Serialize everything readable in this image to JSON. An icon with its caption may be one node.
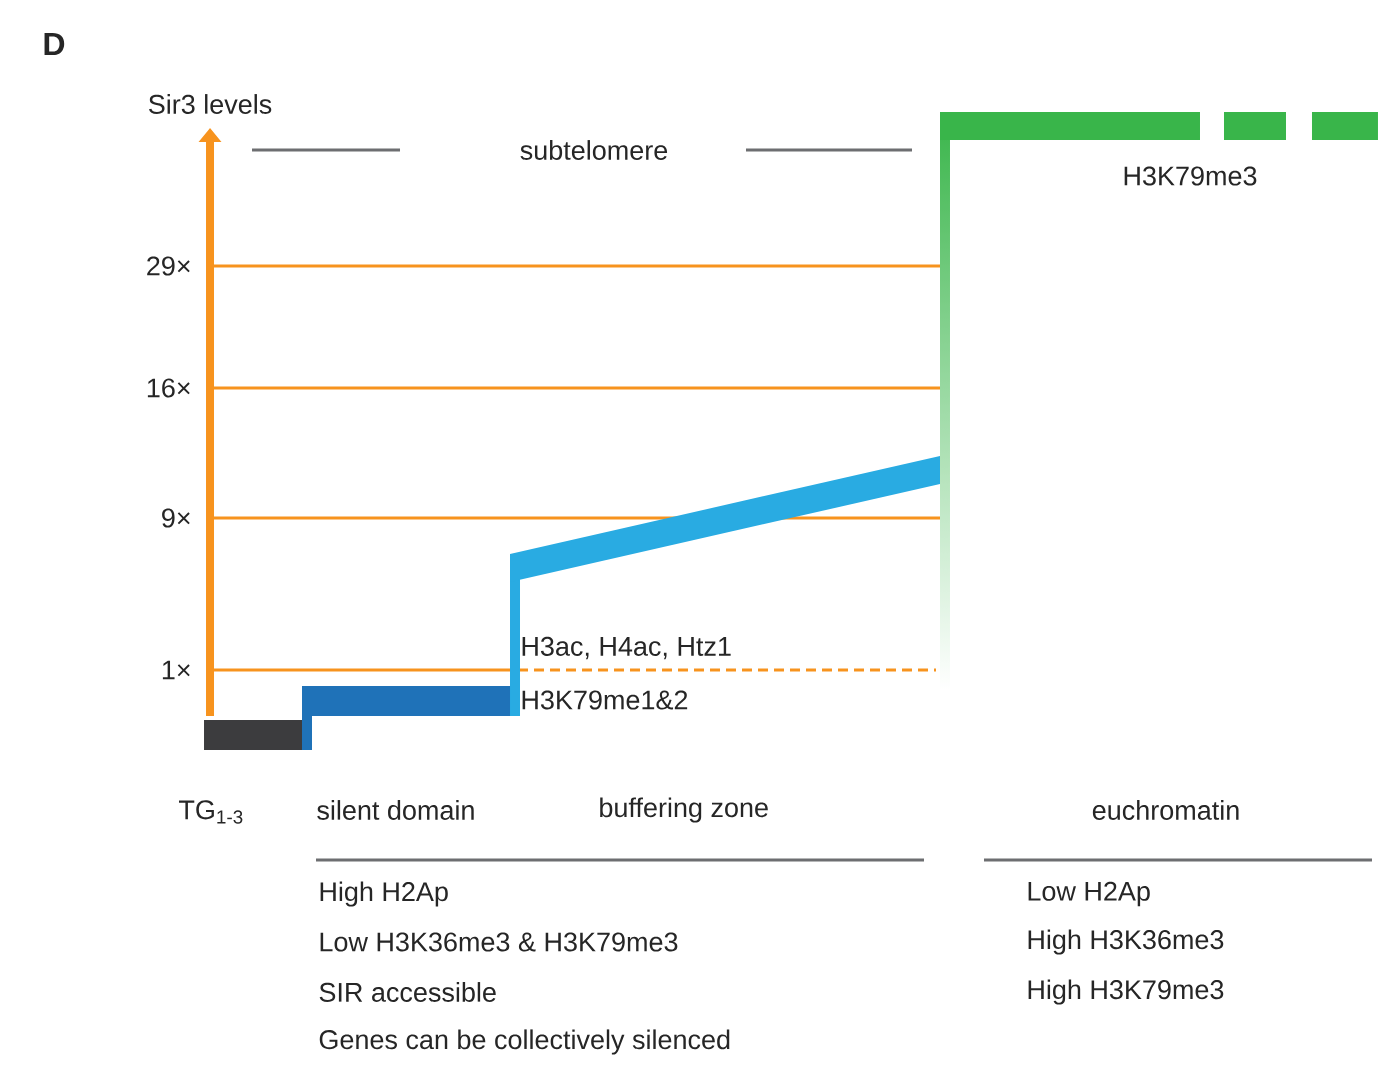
{
  "diagram": {
    "labels": [
      "D",
      "Sir3 levels",
      "subtelomere",
      "H3K79me3",
      "29×",
      "16×",
      "9×",
      "1×",
      "H3ac, H4ac, Htz1",
      "H3K79me1&2",
      "TG$_{1-3}$",
      "silent domain",
      "buffering zone",
      "euchromatin",
      "High H2Ap",
      "Low H3K36me3 & H3K79me3",
      "SIR accessible",
      "Genes can be collectively silenced",
      "Low H2Ap",
      "High H3K36me3",
      "High H3K79me3"
    ]
  }
}
